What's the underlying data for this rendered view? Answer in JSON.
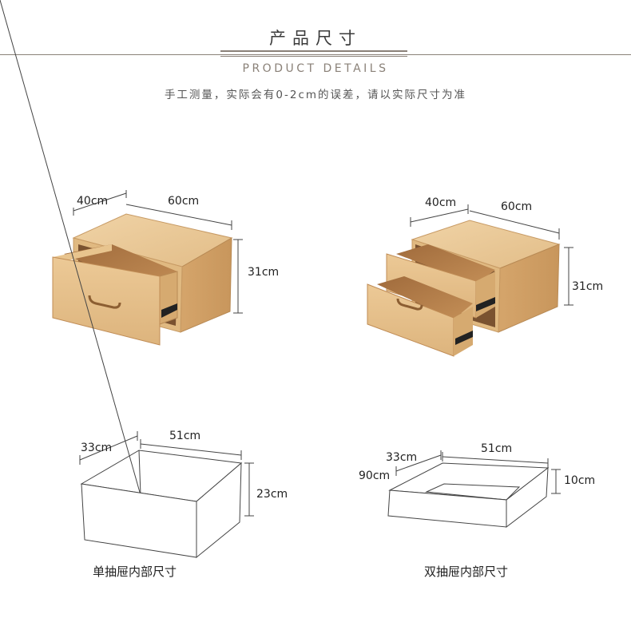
{
  "header": {
    "title_cn": "产品尺寸",
    "title_en": "PRODUCT  DETAILS",
    "subtitle": "手工测量，实际会有0-2cm的误差，请以实际尺寸为准"
  },
  "single_drawer": {
    "depth": "40cm",
    "width": "60cm",
    "height": "31cm"
  },
  "double_drawer": {
    "depth": "40cm",
    "width": "60cm",
    "height": "31cm"
  },
  "single_inner": {
    "depth": "33cm",
    "width": "51cm",
    "height": "23cm",
    "caption": "单抽屉内部尺寸"
  },
  "double_inner": {
    "depth": "33cm",
    "depth_alt": "90cm",
    "width": "51cm",
    "height": "10cm",
    "caption": "双抽屉内部尺寸"
  },
  "colors": {
    "accent": "#8a8178",
    "wood_light": "#e9c795",
    "wood_mid": "#d9b07a",
    "wood_dark": "#b98a55",
    "outline": "#555555"
  }
}
